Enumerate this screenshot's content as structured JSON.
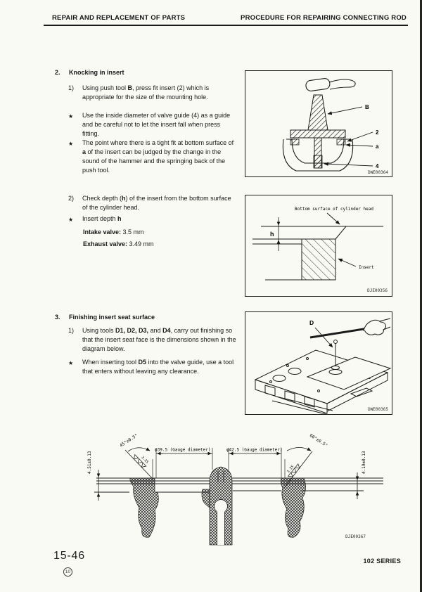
{
  "header": {
    "left": "REPAIR AND REPLACEMENT OF PARTS",
    "right": "PROCEDURE FOR REPAIRING CONNECTING ROD"
  },
  "section2": {
    "number": "2.",
    "title": "Knocking in insert",
    "step1": {
      "num": "1)",
      "segments": [
        {
          "t": "Using push tool "
        },
        {
          "t": "B",
          "b": true
        },
        {
          "t": ", press fit insert (2) which is appropriate for the size of the mounting hole."
        }
      ]
    },
    "note1": {
      "bullet": "★",
      "segments": [
        {
          "t": "Use the inside diameter of valve guide (4) as a guide and be careful not to let the insert fall when press fitting."
        }
      ]
    },
    "note2": {
      "bullet": "★",
      "segments": [
        {
          "t": "The point where there is a tight fit at bottom surface of "
        },
        {
          "t": "a",
          "b": true
        },
        {
          "t": " of the insert can be judged by the change in the sound of the hammer and the springing back of the push tool."
        }
      ]
    },
    "step2": {
      "num": "2)",
      "segments": [
        {
          "t": "Check depth ("
        },
        {
          "t": "h",
          "b": true
        },
        {
          "t": ") of the insert from the bottom surface of the cylinder head."
        }
      ]
    },
    "note3": {
      "bullet": "★",
      "segments": [
        {
          "t": "Insert depth "
        },
        {
          "t": "h",
          "b": true
        }
      ]
    },
    "intake": {
      "segments": [
        {
          "t": "Intake valve:",
          "b": true
        },
        {
          "t": " 3.5 mm"
        }
      ]
    },
    "exhaust": {
      "segments": [
        {
          "t": "Exhaust valve:",
          "b": true
        },
        {
          "t": " 3.49 mm"
        }
      ]
    }
  },
  "section3": {
    "number": "3.",
    "title": "Finishing insert seat surface",
    "step1": {
      "num": "1)",
      "segments": [
        {
          "t": "Using tools "
        },
        {
          "t": "D1, D2, D3,",
          "b": true
        },
        {
          "t": " and "
        },
        {
          "t": "D4",
          "b": true
        },
        {
          "t": ", carry out finishing so that the insert seat face is the dimensions shown in the diagram below."
        }
      ]
    },
    "note1": {
      "bullet": "★",
      "segments": [
        {
          "t": "When inserting tool "
        },
        {
          "t": "D5",
          "b": true
        },
        {
          "t": " into the valve guide, use a tool that enters without leaving any clearance."
        }
      ]
    }
  },
  "figures": {
    "fig1": {
      "label_b": "B",
      "label_2": "2",
      "label_a": "a",
      "label_4": "4",
      "code": "DWE00364"
    },
    "fig2": {
      "surface": "Bottom surface of cylinder head",
      "h": "h",
      "insert": "Insert",
      "code": "DJE00356"
    },
    "fig3": {
      "label_d": "D",
      "code": "DWE00365"
    },
    "fig4": {
      "depth_left": "4.51±0.13",
      "angle_left": "45°±0.5°",
      "finish_left": "3.2S",
      "dia_left": "φ39.5 (Gauge diameter)",
      "dia_right": "φ42.5 (Gauge diameter)",
      "angle_right": "60°±0.5°",
      "finish_right": "3.2S",
      "depth_right": "4.19±0.13",
      "code": "DJE00367"
    }
  },
  "footer": {
    "page": "15-46",
    "revision": "10",
    "series": "102 SERIES"
  }
}
